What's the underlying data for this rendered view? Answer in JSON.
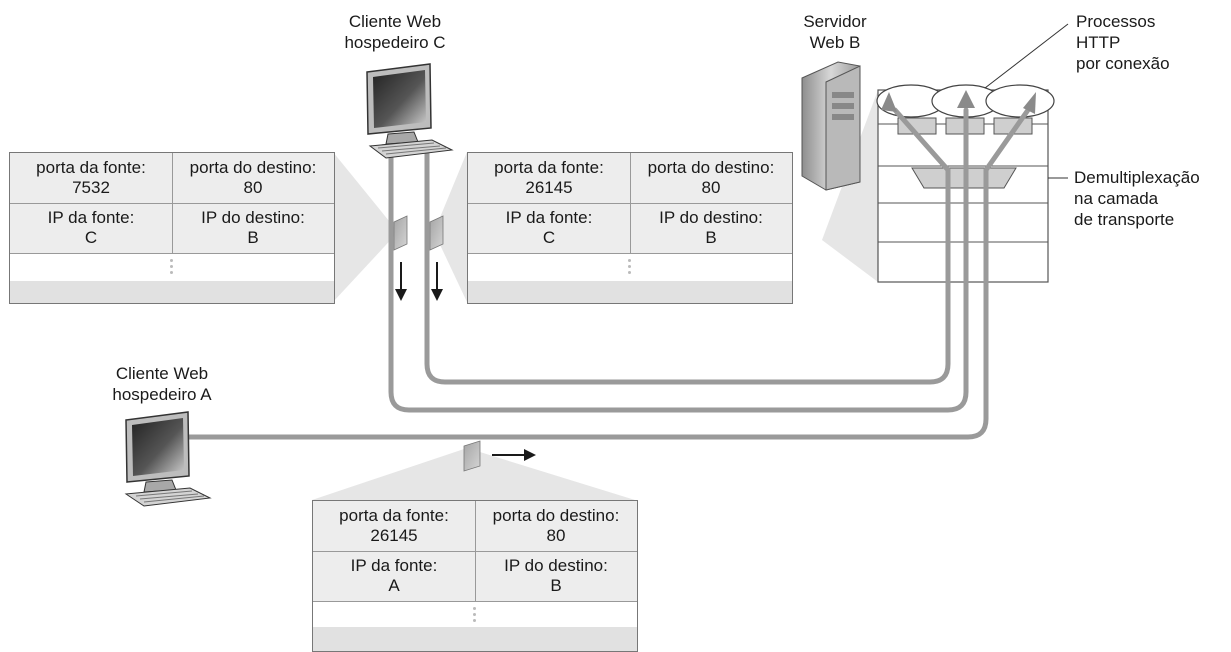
{
  "labels": {
    "client_c": [
      "Cliente Web",
      "hospedeiro C"
    ],
    "server_b": [
      "Servidor",
      "Web B"
    ],
    "client_a": [
      "Cliente Web",
      "hospedeiro A"
    ],
    "http_processes": [
      "Processos",
      "HTTP",
      "por conexão"
    ],
    "demux": [
      "Demultiplexação",
      "na camada",
      "de transporte"
    ]
  },
  "segments": {
    "c_left": {
      "src_port_label": "porta da fonte:",
      "src_port": "7532",
      "dst_port_label": "porta do destino:",
      "dst_port": "80",
      "src_ip_label": "IP da fonte:",
      "src_ip": "C",
      "dst_ip_label": "IP do destino:",
      "dst_ip": "B"
    },
    "c_right": {
      "src_port_label": "porta da fonte:",
      "src_port": "26145",
      "dst_port_label": "porta do destino:",
      "dst_port": "80",
      "src_ip_label": "IP da fonte:",
      "src_ip": "C",
      "dst_ip_label": "IP do destino:",
      "dst_ip": "B"
    },
    "a": {
      "src_port_label": "porta da fonte:",
      "src_port": "26145",
      "dst_port_label": "porta do destino:",
      "dst_port": "80",
      "src_ip_label": "IP da fonte:",
      "src_ip": "A",
      "dst_ip_label": "IP do destino:",
      "dst_ip": "B"
    }
  },
  "icons": [
    "desktop-computer-icon",
    "server-tower-icon",
    "packet-icon",
    "http-process-icon"
  ],
  "colors": {
    "pipe": "#9a9a9a",
    "arrow": "#1a1a1a",
    "panel": "#e1e1e1",
    "host": "#d9d9d9"
  }
}
